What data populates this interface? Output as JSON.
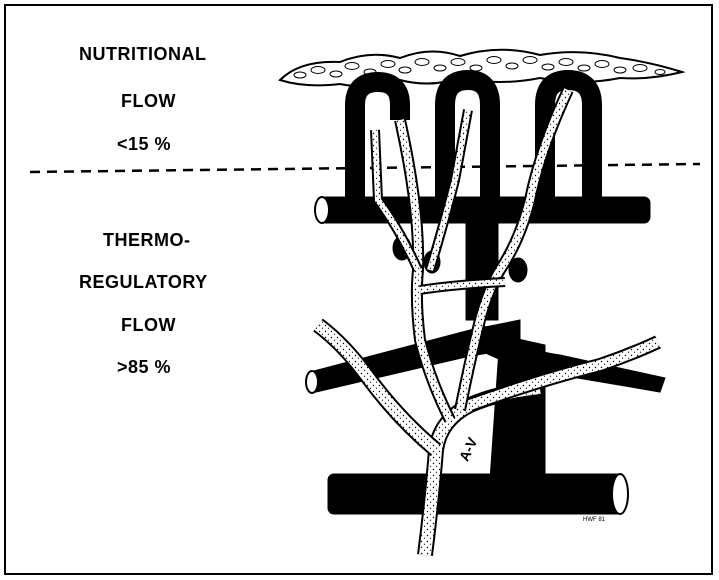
{
  "top_region": {
    "line1": "NUTRITIONAL",
    "line2": "FLOW",
    "line3": "<15 %"
  },
  "bottom_region": {
    "line1": "THERMO-",
    "line2": "REGULATORY",
    "line3": "FLOW",
    "line4": ">85 %"
  },
  "diagram": {
    "shunt_label": "A-V",
    "signature": "HWF 81",
    "colors": {
      "ink": "#000000",
      "paper": "#ffffff"
    }
  }
}
